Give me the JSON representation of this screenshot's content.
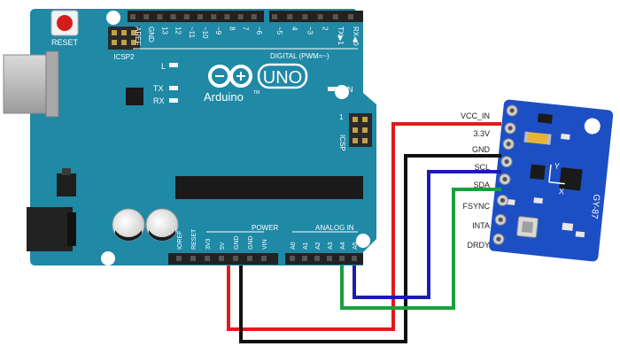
{
  "colors": {
    "board": "#1f89a6",
    "board_dark": "#17708a",
    "module": "#1d4fc4",
    "wire_red": "#e01b1b",
    "wire_black": "#111111",
    "wire_blue": "#1c1cb0",
    "wire_green": "#18a03c"
  },
  "arduino": {
    "reset_label": "RESET",
    "icsp2_label": "ICSP2",
    "icsp_label": "ICSP",
    "logo_text": "Arduino",
    "model": "UNO",
    "tm": "TM",
    "led_l": "L",
    "led_tx": "TX",
    "led_rx": "RX",
    "on_label": "ON",
    "digital_label": "DIGITAL (PWM=~)",
    "power_label": "POWER",
    "analog_label": "ANALOG IN",
    "icsp_pin1": "1",
    "top_pins": [
      "AREF",
      "GND",
      "13",
      "12",
      "~11",
      "~10",
      "~9",
      "8",
      "7",
      "~6",
      "~5",
      "4",
      "~3",
      "2",
      "TX▶1",
      "RX◀0"
    ],
    "power_pins": [
      "IOREF",
      "RESET",
      "3V3",
      "5V",
      "GND",
      "GND",
      "VIN"
    ],
    "analog_pins": [
      "A0",
      "A1",
      "A2",
      "A3",
      "A4",
      "A5"
    ]
  },
  "module": {
    "name": "GY-87",
    "axis_x": "X",
    "axis_y": "Y",
    "pins": [
      "VCC_IN",
      "3.3V",
      "GND",
      "SCL",
      "SDA",
      "FSYNC",
      "INTA",
      "DRDY"
    ]
  }
}
